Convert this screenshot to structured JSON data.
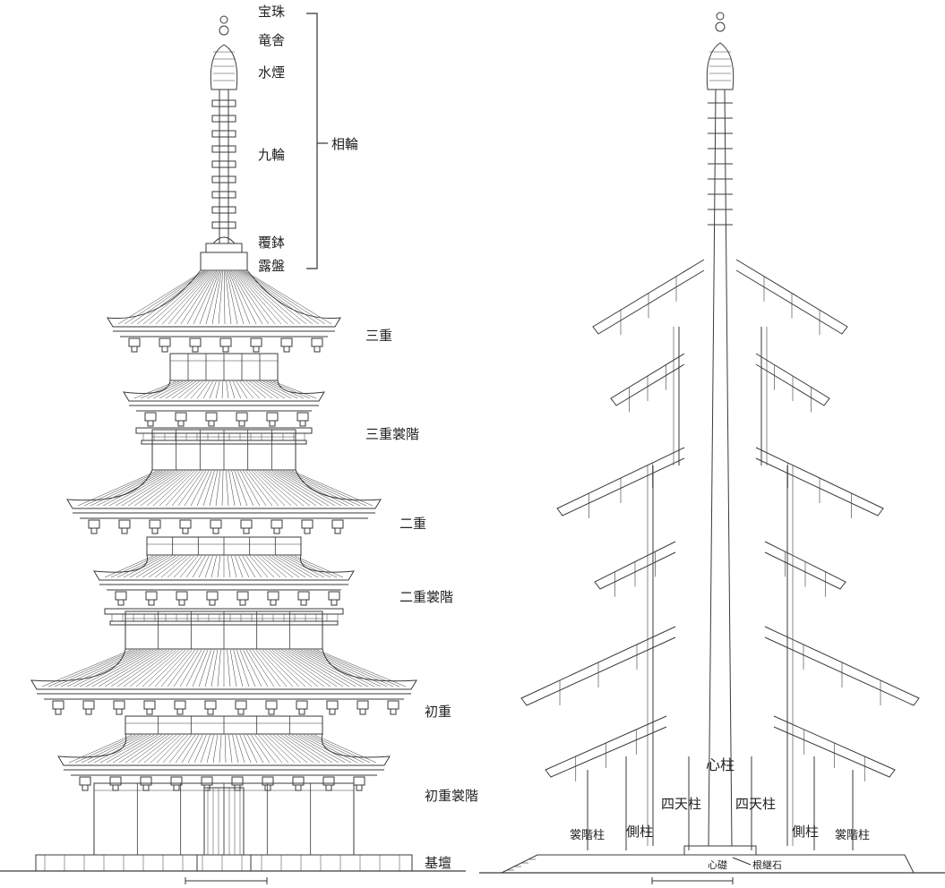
{
  "elevation": {
    "spire_labels": [
      "宝珠",
      "竜舎",
      "水煙",
      "九輪",
      "覆鉢",
      "露盤"
    ],
    "spire_group": "相輪",
    "stories": [
      "三重",
      "三重裳階",
      "二重",
      "二重裳階",
      "初重",
      "初重裳階"
    ],
    "base": "基壇"
  },
  "section": {
    "central_pillar": "心柱",
    "four_pillar_left": "四天柱",
    "four_pillar_right": "四天柱",
    "side_pillar_left": "側柱",
    "side_pillar_right": "側柱",
    "mokoshi_pillar_left": "裳階柱",
    "mokoshi_pillar_right": "裳階柱",
    "foundation_stone": "心礎",
    "joint_stone": "根継石"
  },
  "colors": {
    "line": "#3a3a3a",
    "text": "#222222",
    "background": "#ffffff"
  }
}
